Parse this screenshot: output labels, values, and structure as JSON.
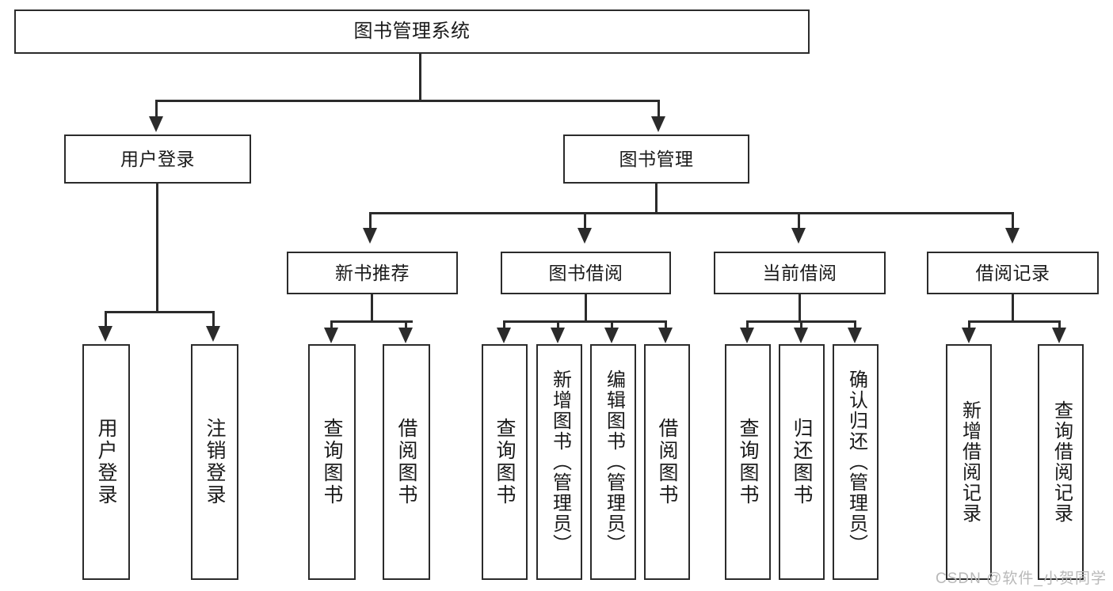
{
  "diagram": {
    "title": "图书管理系统",
    "root": {
      "label": "图书管理系统"
    },
    "level2": [
      {
        "label": "用户登录"
      },
      {
        "label": "图书管理"
      }
    ],
    "level3": [
      {
        "label": "新书推荐"
      },
      {
        "label": "图书借阅"
      },
      {
        "label": "当前借阅"
      },
      {
        "label": "借阅记录"
      }
    ],
    "leaves": {
      "user_login": [
        {
          "label": "用户登录"
        },
        {
          "label": "注销登录"
        }
      ],
      "new_book_recommend": [
        {
          "label": "查询图书"
        },
        {
          "label": "借阅图书"
        }
      ],
      "book_borrow": [
        {
          "label": "查询图书"
        },
        {
          "label": "新增图书（管理员）"
        },
        {
          "label": "编辑图书（管理员）"
        },
        {
          "label": "借阅图书"
        }
      ],
      "current_borrow": [
        {
          "label": "查询图书"
        },
        {
          "label": "归还图书"
        },
        {
          "label": "确认归还（管理员）"
        }
      ],
      "borrow_record": [
        {
          "label": "新增借阅记录"
        },
        {
          "label": "查询借阅记录"
        }
      ]
    }
  },
  "watermark": {
    "text": "CSDN @软件_小贺同学"
  },
  "colors": {
    "border": "#2b2b2b",
    "background": "#ffffff",
    "text": "#1a1a1a",
    "watermark": "#b9b9b9"
  }
}
